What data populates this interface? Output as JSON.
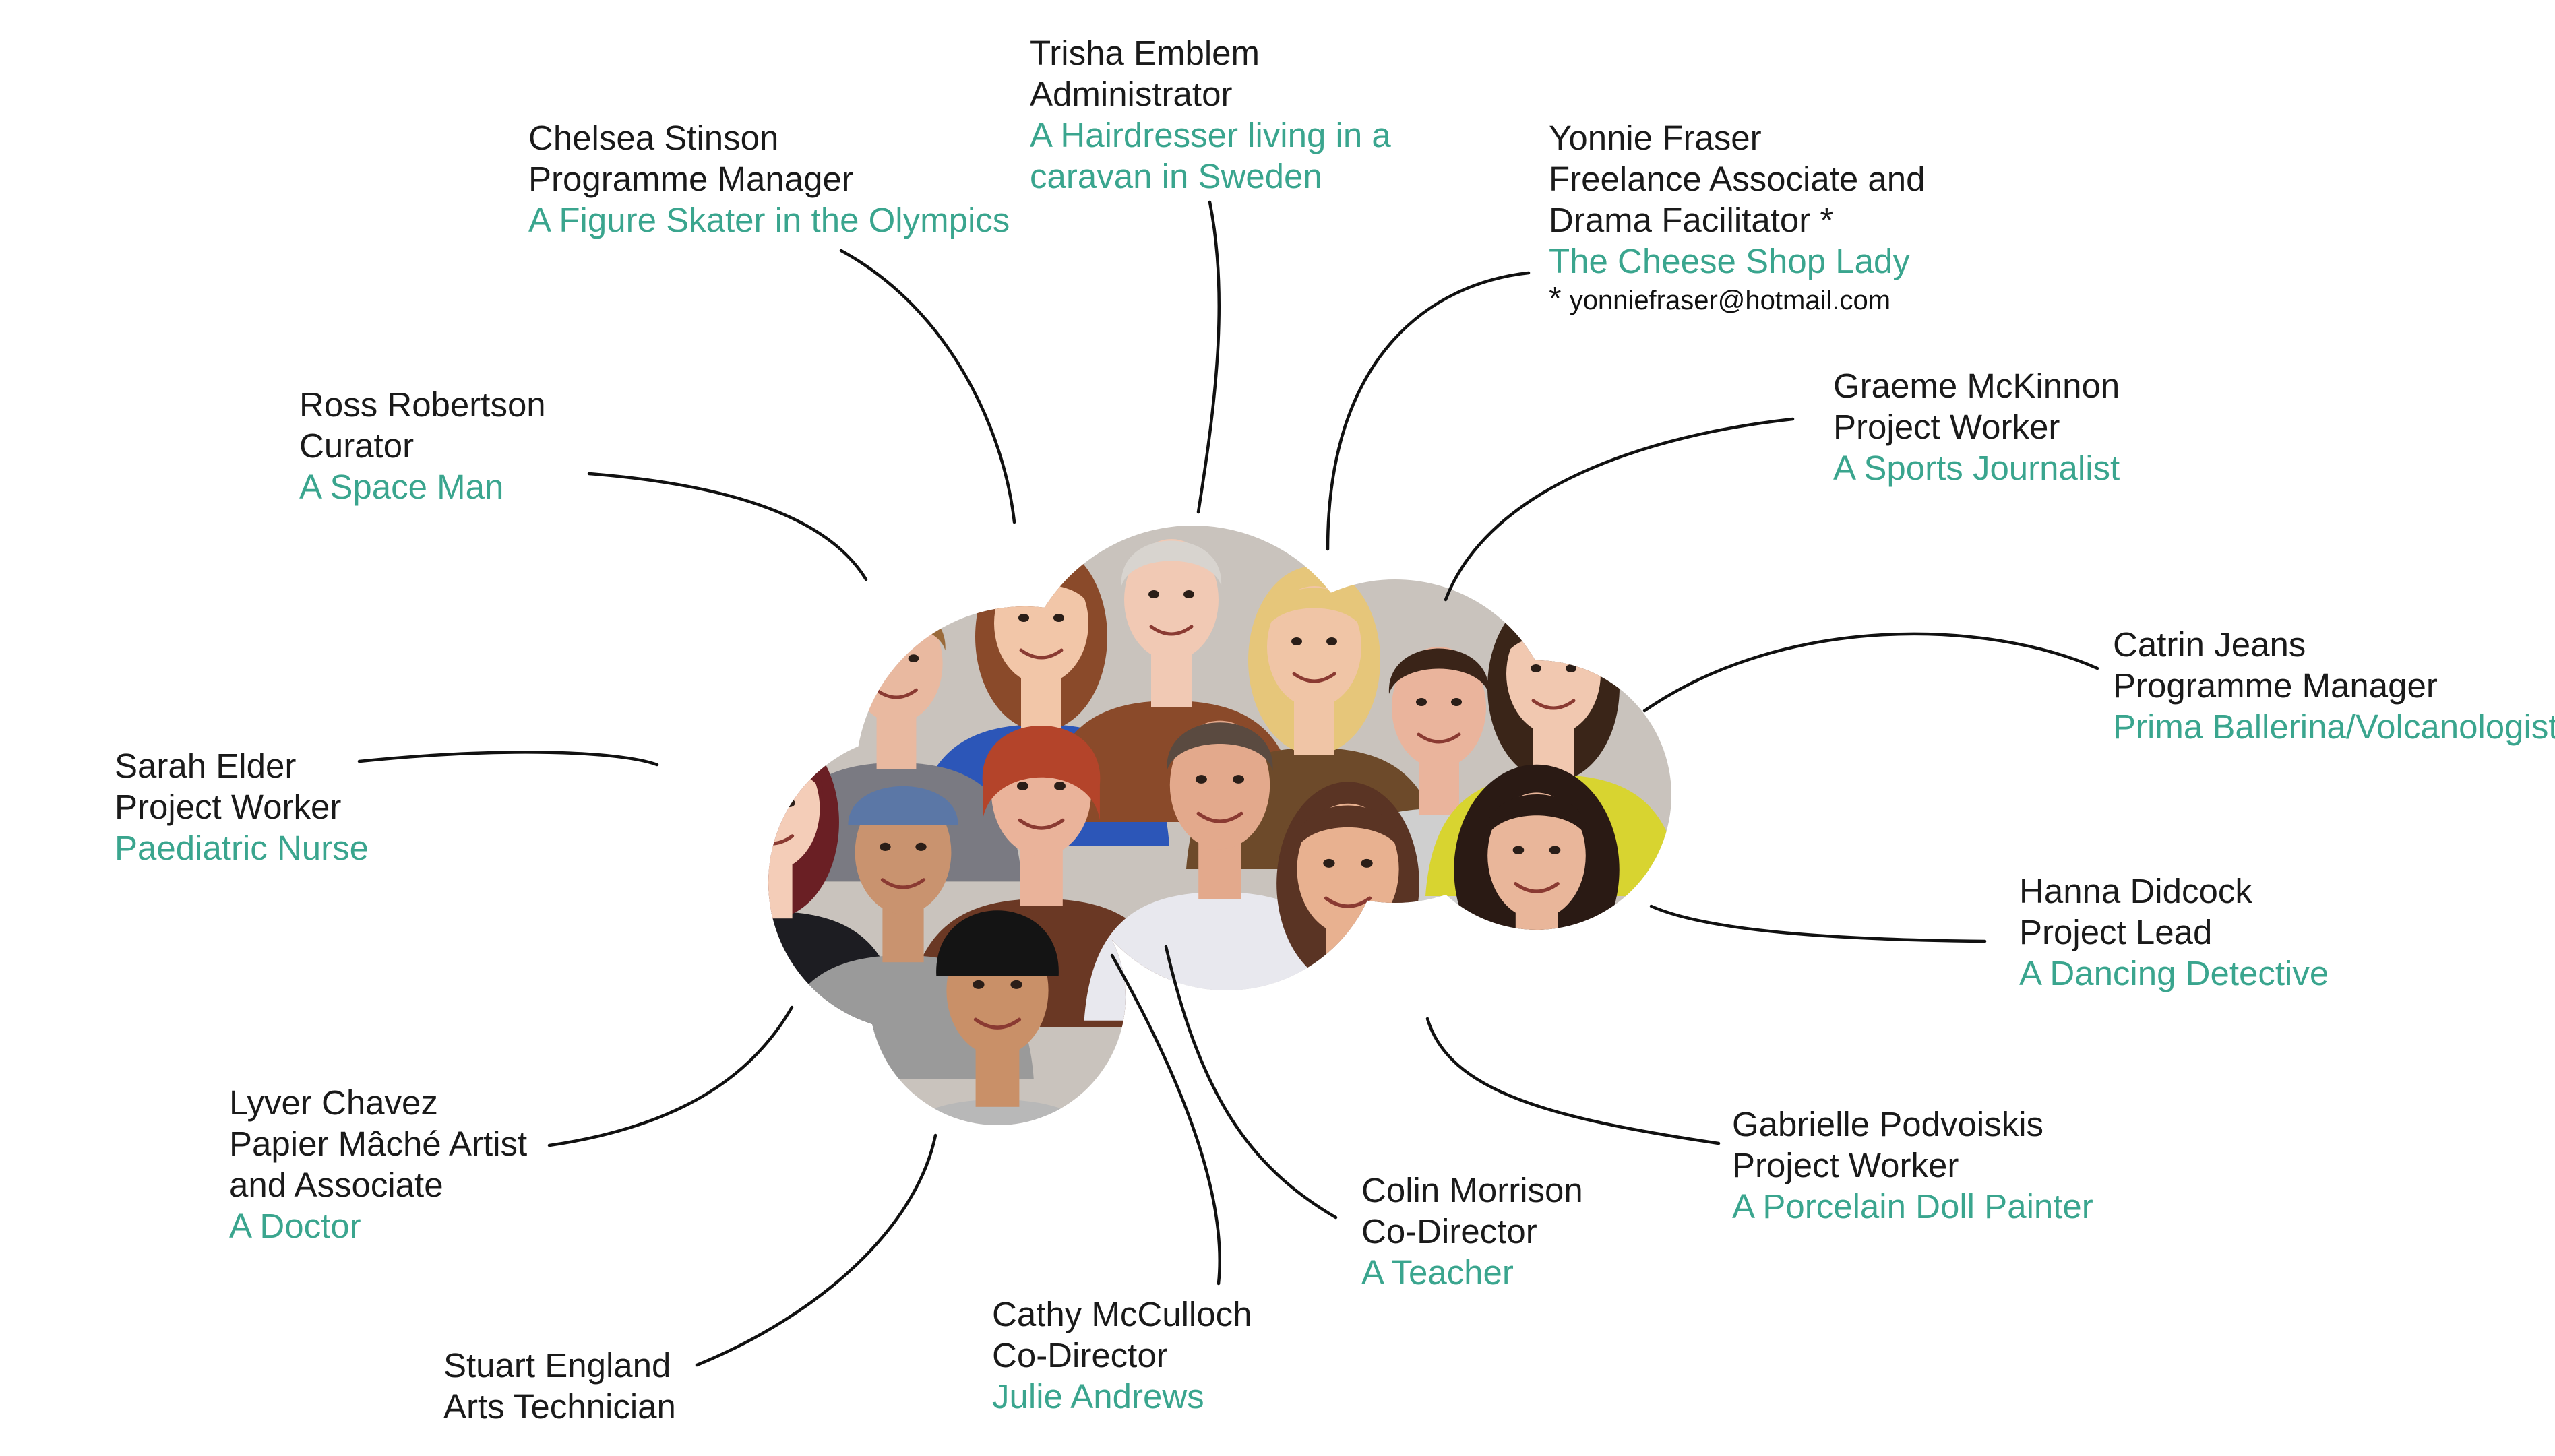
{
  "people": [
    {
      "id": "trisha-emblem",
      "name": "Trisha Emblem",
      "role": "Administrator",
      "fun": [
        "A Hairdresser living in a",
        "caravan in Sweden"
      ],
      "portrait": {
        "skin": "#f1c9b4",
        "hair": "#d8d4cf",
        "top": "#8a4a2a"
      }
    },
    {
      "id": "chelsea-stinson",
      "name": "Chelsea Stinson",
      "role": "Programme Manager",
      "fun": [
        "A Figure Skater in the Olympics"
      ],
      "portrait": {
        "skin": "#f2c6a8",
        "hair": "#8a4a2a",
        "top": "#2c56b8"
      }
    },
    {
      "id": "yonnie-fraser",
      "name": "Yonnie Fraser",
      "role_lines": [
        "Freelance Associate and",
        "Drama Facilitator *"
      ],
      "fun": [
        "The Cheese Shop Lady"
      ],
      "note_star": "*",
      "note": "yonniefraser@hotmail.com",
      "portrait": {
        "skin": "#f0c5a6",
        "hair": "#e6c67a",
        "top": "#6d4a2a"
      }
    },
    {
      "id": "ross-robertson",
      "name": "Ross Robertson",
      "role": "Curator",
      "fun": [
        "A Space Man"
      ],
      "portrait": {
        "skin": "#e9b9a0",
        "hair": "#9a6a3a",
        "top": "#7a7a82"
      }
    },
    {
      "id": "graeme-mckinnon",
      "name": "Graeme McKinnon",
      "role": "Project Worker",
      "fun": [
        "A Sports Journalist"
      ],
      "portrait": {
        "skin": "#eab49c",
        "hair": "#3a2418",
        "top": "#cfcfcf"
      }
    },
    {
      "id": "catrin-jeans",
      "name": "Catrin Jeans",
      "role": "Programme Manager",
      "fun": [
        "Prima Ballerina/Volcanologist"
      ],
      "portrait": {
        "skin": "#f1c8b0",
        "hair": "#3a2518",
        "top": "#d8d430"
      }
    },
    {
      "id": "sarah-elder",
      "name": "Sarah Elder",
      "role": "Project Worker",
      "fun": [
        "Paediatric Nurse"
      ],
      "portrait": {
        "skin": "#f4cdb8",
        "hair": "#6a1f24",
        "top": "#1d1d22"
      }
    },
    {
      "id": "hanna-didcock",
      "name": "Hanna Didcock",
      "role": "Project Lead",
      "fun": [
        "A Dancing Detective"
      ],
      "portrait": {
        "skin": "#e9b69a",
        "hair": "#2a1a14",
        "top": "#4a5060"
      }
    },
    {
      "id": "lyver-chavez",
      "name": "Lyver Chavez",
      "role_lines": [
        "Papier Mâché Artist",
        "and Associate"
      ],
      "fun": [
        "A Doctor"
      ],
      "portrait": {
        "skin": "#c9936f",
        "hair": "#2a1d18",
        "top": "#9a9a9a"
      }
    },
    {
      "id": "gabrielle-podvoiskis",
      "name": "Gabrielle Podvoiskis",
      "role": "Project Worker",
      "fun": [
        "A Porcelain Doll Painter"
      ],
      "portrait": {
        "skin": "#e8b190",
        "hair": "#5a3424",
        "top": "#d63a5a"
      }
    },
    {
      "id": "colin-morrison",
      "name": "Colin Morrison",
      "role": "Co-Director",
      "fun": [
        "A Teacher"
      ],
      "portrait": {
        "skin": "#e3a98c",
        "hair": "#5a4a40",
        "top": "#e8e8ee"
      }
    },
    {
      "id": "cathy-mcculloch",
      "name": "Cathy McCulloch",
      "role": "Co-Director",
      "fun": [
        "Julie Andrews"
      ],
      "portrait": {
        "skin": "#eab39a",
        "hair": "#b4442a",
        "top": "#6a3824"
      }
    },
    {
      "id": "stuart-england",
      "name": "Stuart England",
      "role": "Arts Technician",
      "fun": [],
      "portrait": {
        "skin": "#c99068",
        "hair": "#1e1a18",
        "top": "#b8b8b8"
      }
    }
  ],
  "colors": {
    "name_text": "#1a1a1a",
    "fun_text": "#3aa58e",
    "connector": "#111111",
    "background": "#ffffff"
  }
}
